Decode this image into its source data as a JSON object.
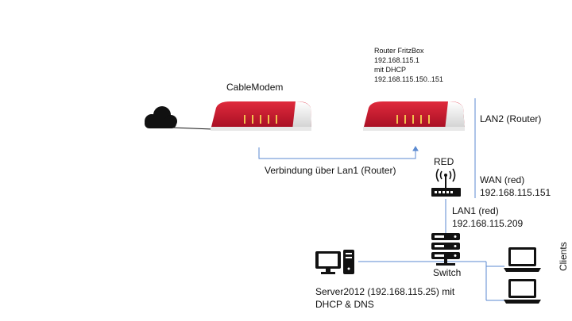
{
  "labels": {
    "cablemodem": "CableModem",
    "router_info": [
      "Router FritzBox",
      "192.168.115.1",
      "mit DHCP",
      "192.168.115.150..151"
    ],
    "lan2": "LAN2 (Router)",
    "connection": "Verbindung über Lan1 (Router)",
    "red": "RED",
    "wan_line1": "WAN (red)",
    "wan_line2": "192.168.115.151",
    "lan1_line1": "LAN1 (red)",
    "lan1_line2": "192.168.115.209",
    "switch": "Switch",
    "server_line1": "Server2012 (192.168.115.25) mit",
    "server_line2": "DHCP & DNS",
    "clients": "Clients"
  },
  "icons": {
    "cloud": "cloud-icon",
    "cablemodem": "fritzbox-router-icon",
    "router": "fritzbox-router-icon",
    "red": "wireless-access-point-icon",
    "switch": "server-rack-switch-icon",
    "server": "desktop-computer-icon",
    "clients": "laptop-icon"
  },
  "colors": {
    "link_line": "#5b8ad1",
    "router_red": "#c8102e",
    "router_body": "#e8e8e8",
    "icon_dark": "#111111"
  }
}
